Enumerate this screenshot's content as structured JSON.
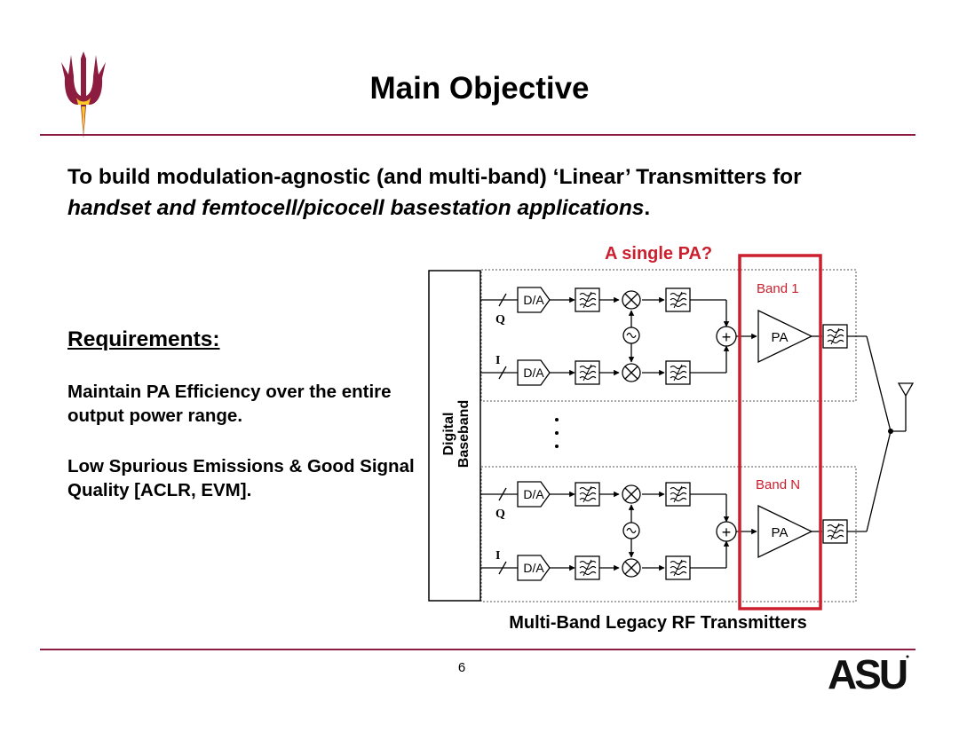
{
  "slide": {
    "title": "Main Objective",
    "objective_prefix": "To build modulation-agnostic (and multi-band) ‘Linear’ Transmitters for ",
    "objective_italic": "handset and femtocell/picocell basestation applications",
    "objective_suffix": ".",
    "requirements_title": "Requirements:",
    "requirement_1": "Maintain PA Efficiency over the entire output power range.",
    "requirement_2": "Low Spurious Emissions & Good Signal Quality [ACLR, EVM].",
    "page_number": "6"
  },
  "diagram": {
    "highlight_label": "A single PA?",
    "baseband_line1": "Digital",
    "baseband_line2": "Baseband",
    "band_top": "Band 1",
    "band_bottom": "Band N",
    "dac": "D/A",
    "pa": "PA",
    "q": "Q",
    "i": "I",
    "sum": "+",
    "caption": "Multi-Band Legacy RF Transmitters"
  },
  "colors": {
    "maroon": "#8c1d40",
    "gold": "#ffc627",
    "red": "#cc1f2e"
  },
  "logo": {
    "text": "ASU"
  }
}
